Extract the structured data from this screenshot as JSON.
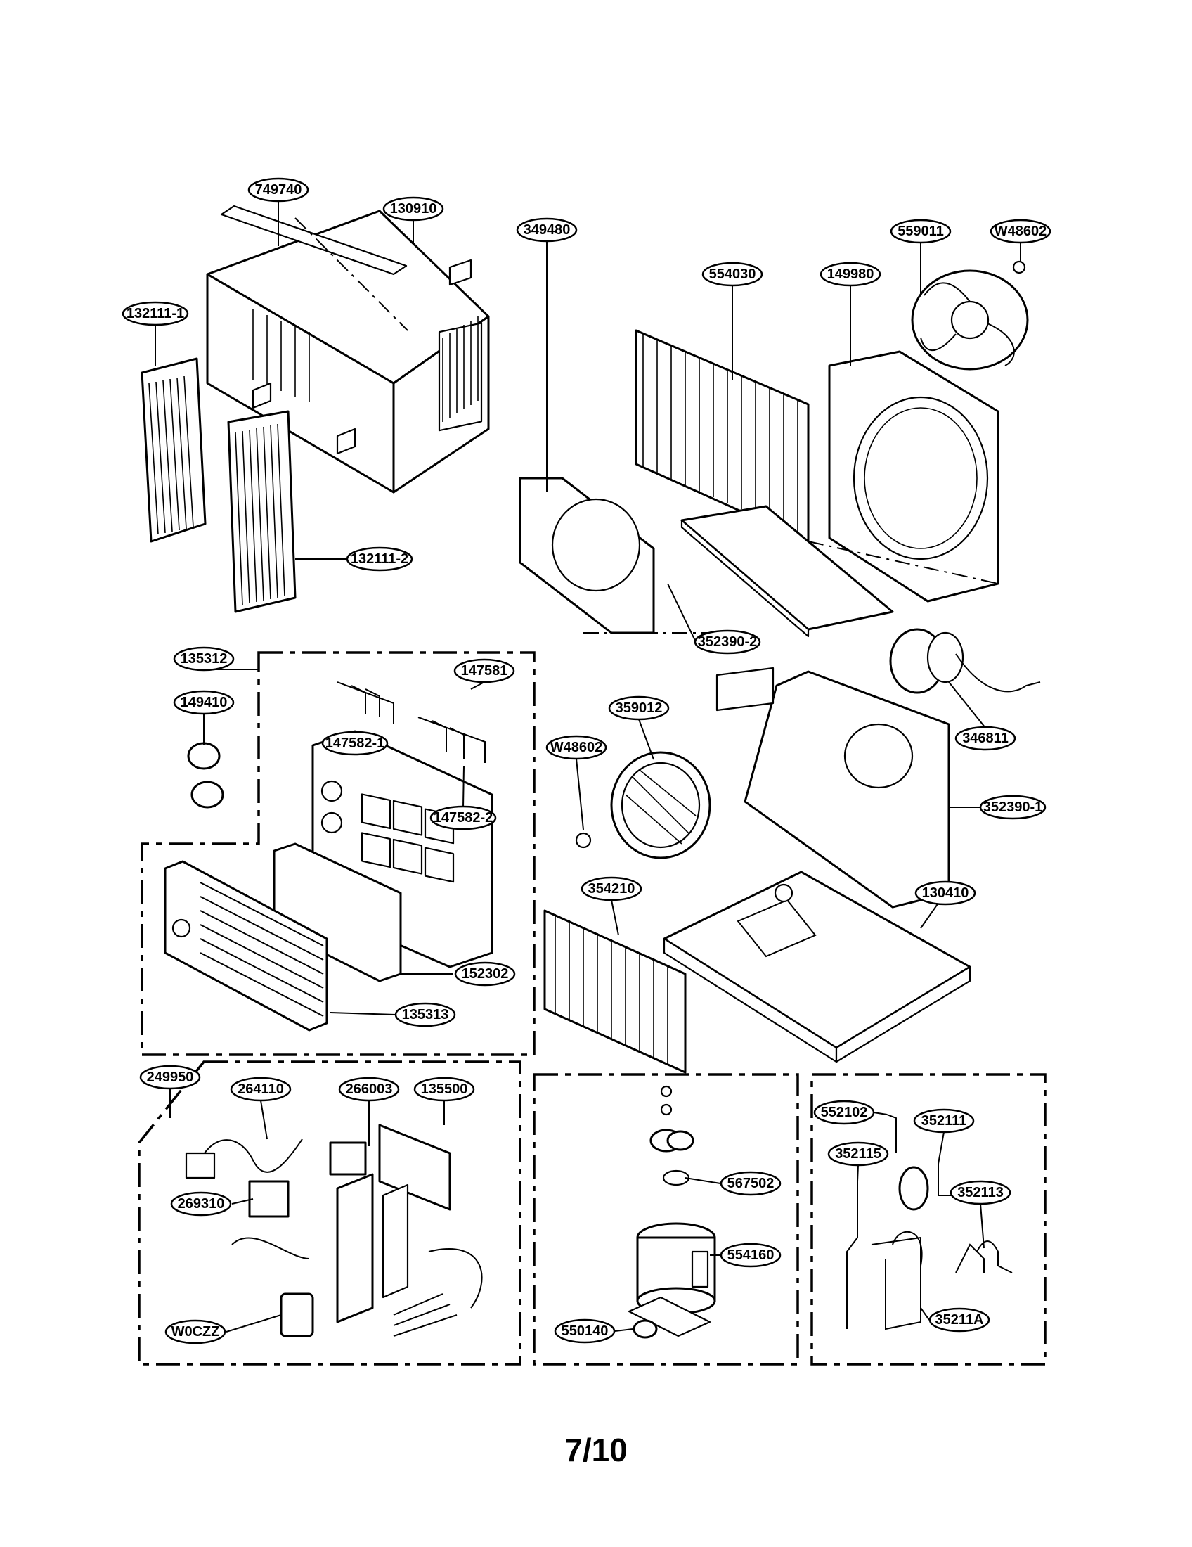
{
  "page_number": "7/10",
  "part_labels": [
    "749740",
    "130910",
    "132111-1",
    "132111-2",
    "559011",
    "W48602",
    "554030",
    "149980",
    "349480",
    "352390-2",
    "346811",
    "135312",
    "147581",
    "149410",
    "147582-1",
    "147582-2",
    "152302",
    "135313",
    "359012",
    "W48602",
    "352390-1",
    "354210",
    "130410",
    "249950",
    "264110",
    "266003",
    "135500",
    "269310",
    "W0CZZ",
    "567502",
    "554160",
    "550140",
    "552102",
    "352111",
    "352115",
    "352113",
    "35211A"
  ]
}
